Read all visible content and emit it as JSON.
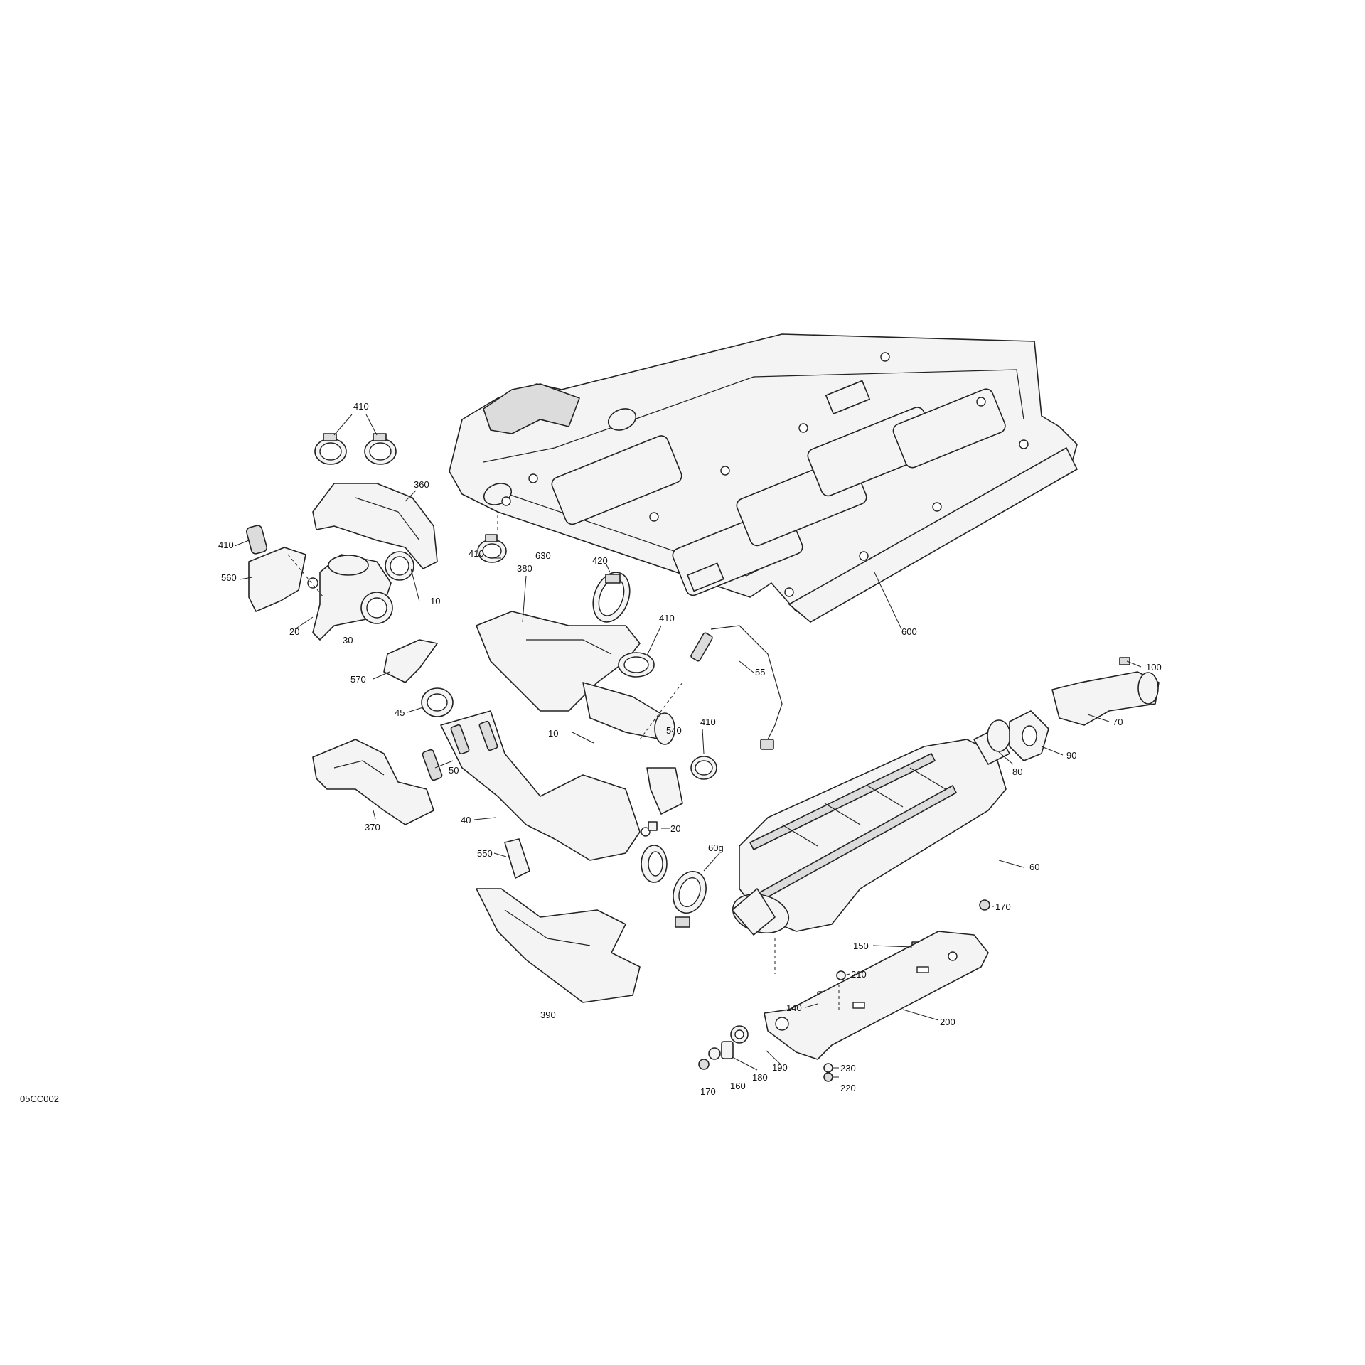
{
  "figure_code": "05CC002",
  "callouts": {
    "c410a": "410",
    "c360": "360",
    "c410b": "410",
    "c560": "560",
    "c20a": "20",
    "c10a": "10",
    "c30": "30",
    "c570": "570",
    "c45": "45",
    "c410c": "410",
    "c630": "630",
    "c420": "420",
    "c380": "380",
    "c410d": "410",
    "c55": "55",
    "c600": "600",
    "c100": "100",
    "c70": "70",
    "c90": "90",
    "c80": "80",
    "c10b": "10",
    "c50": "50",
    "c370": "370",
    "c40": "40",
    "c540": "540",
    "c410e": "410",
    "c20b": "20",
    "c550": "550",
    "c60g": "60g",
    "c60": "60",
    "c170a": "170",
    "c150": "150",
    "c210": "210",
    "c140": "140",
    "c200": "200",
    "c390": "390",
    "c190": "190",
    "c180": "180",
    "c230": "230",
    "c160": "160",
    "c220": "220",
    "c170b": "170"
  }
}
